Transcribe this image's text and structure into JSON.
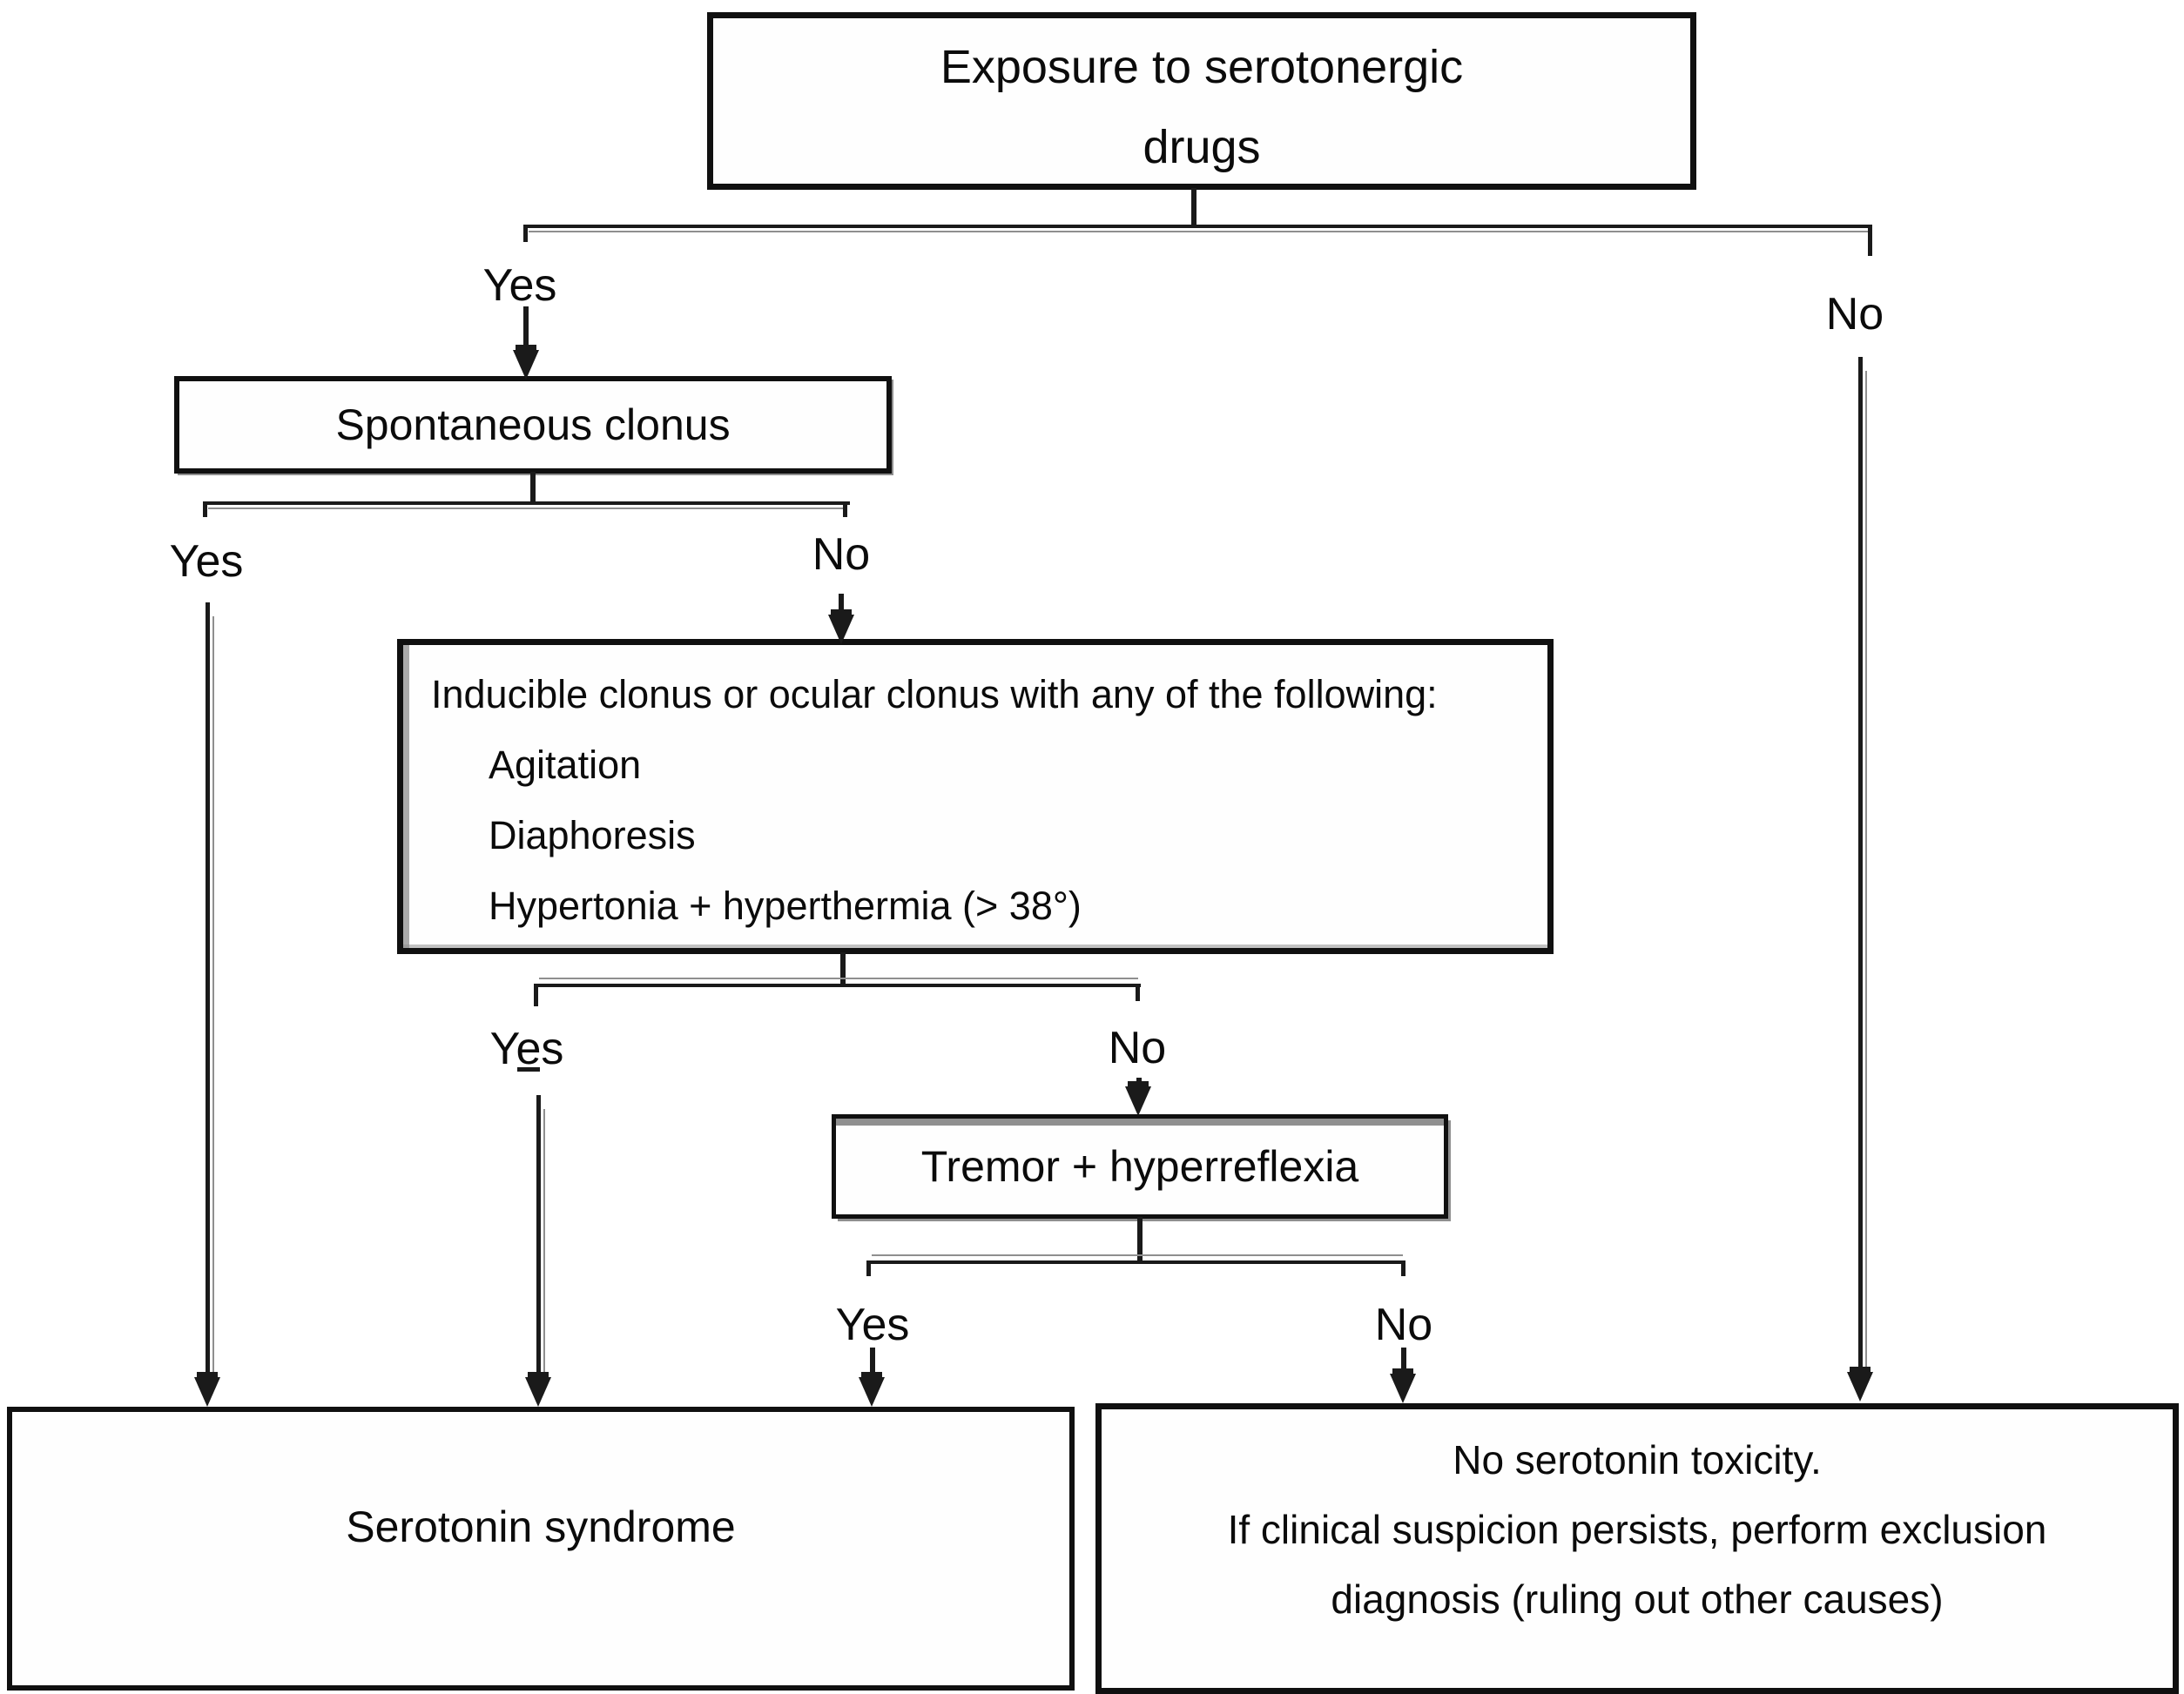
{
  "flowchart": {
    "nodes": {
      "exposure": {
        "line1": "Exposure to serotonergic",
        "line2": "drugs"
      },
      "spontaneous_clonus": {
        "label": "Spontaneous clonus"
      },
      "inducible_clonus": {
        "title": "Inducible clonus or ocular clonus with any of the following:",
        "items": [
          "Agitation",
          "Diaphoresis",
          "Hypertonia + hyperthermia (> 38°)"
        ]
      },
      "tremor": {
        "label": "Tremor + hyperreflexia"
      },
      "serotonin_syndrome": {
        "label": "Serotonin syndrome"
      },
      "no_toxicity": {
        "line1": "No serotonin toxicity.",
        "line2": "If clinical suspicion persists, perform exclusion",
        "line3": "diagnosis (ruling out other causes)"
      }
    },
    "branch_labels": {
      "exposure_yes": "Yes",
      "exposure_no": "No",
      "spontaneous_yes": "Yes",
      "spontaneous_no": "No",
      "inducible_yes": "Yes",
      "inducible_no": "No",
      "tremor_yes": "Yes",
      "tremor_no": "No"
    },
    "colors": {
      "line": "#1a1a1a",
      "line_shadow": "#8f8f8f",
      "text": "#0b0b0b",
      "box_border": "#101010",
      "box_background": "#fefefe",
      "page_background": "#ffffff"
    }
  }
}
